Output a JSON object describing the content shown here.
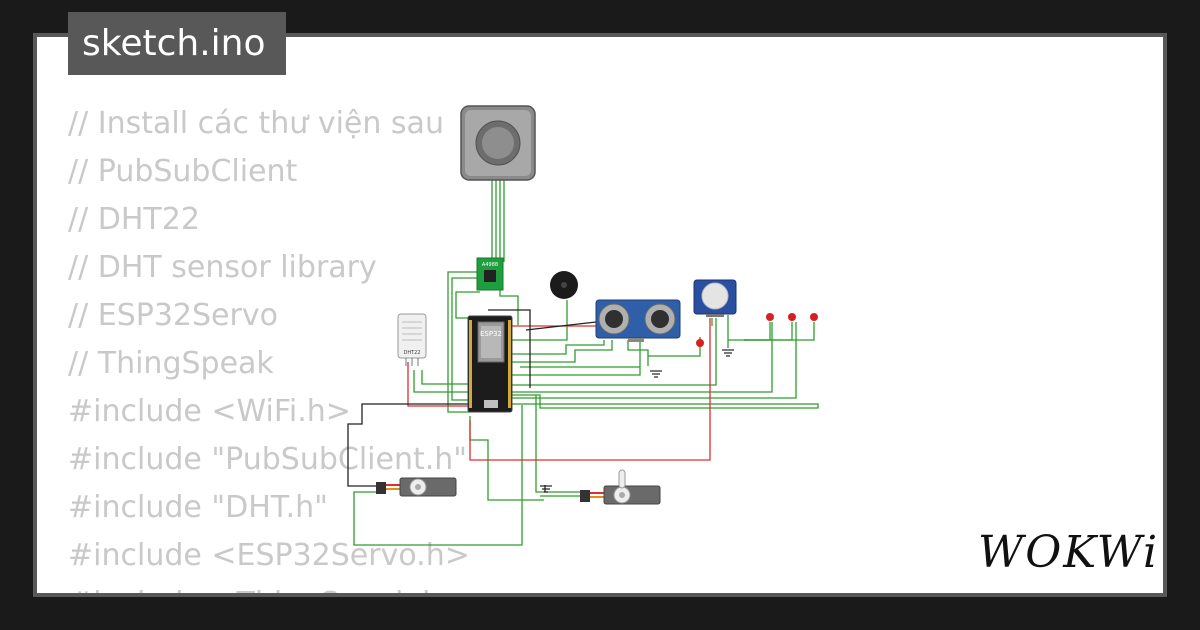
{
  "title": "sketch.ino",
  "code_lines": [
    "// Install các thư viện sau",
    "// PubSubClient",
    "// DHT22",
    "// DHT sensor library",
    "// ESP32Servo",
    "// ThingSpeak",
    "#include <WiFi.h>",
    "#include \"PubSubClient.h\"",
    "#include \"DHT.h\"",
    "#include <ESP32Servo.h>",
    "#include <ThingSpeak.h>"
  ],
  "components": {
    "mcu_label": "ESP32",
    "driver_label": "A4988",
    "dht_label": "DHT22"
  },
  "brand": "WOKWi",
  "colors": {
    "background": "#1a1a1a",
    "frame": "#585858",
    "card": "#ffffff",
    "code_text": "#c9c9c9",
    "wire_green": "#2e9e2e",
    "wire_red": "#d93030",
    "wire_black": "#222222"
  }
}
